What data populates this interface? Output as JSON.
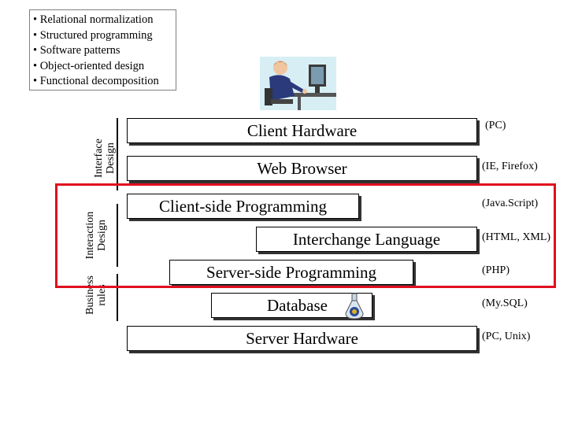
{
  "notes": [
    "• Relational normalization",
    "• Structured programming",
    "• Software patterns",
    "• Object-oriented design",
    "• Functional decomposition"
  ],
  "side_labels": {
    "interface": [
      "Interface",
      "Design"
    ],
    "interaction": [
      "Interaction",
      "Design"
    ],
    "business": [
      "Business",
      "rules"
    ]
  },
  "layers": [
    {
      "name": "Client Hardware",
      "tech": "(PC)"
    },
    {
      "name": "Web Browser",
      "tech": "(IE, Firefox)"
    },
    {
      "name": "Client-side Programming",
      "tech": "(Java.Script)"
    },
    {
      "name": "Interchange Language",
      "tech": "(HTML, XML)"
    },
    {
      "name": "Server-side Programming",
      "tech": "(PHP)"
    },
    {
      "name": "Database",
      "tech": "(My.SQL)"
    },
    {
      "name": "Server Hardware",
      "tech": "(PC, Unix)"
    }
  ],
  "colors": {
    "highlight": "#e0101e",
    "person_shirt": "#2a3a7a",
    "icon_bg": "#d7eef5"
  },
  "icons": {
    "person": "person-at-computer-icon",
    "database": "database-flask-icon"
  }
}
